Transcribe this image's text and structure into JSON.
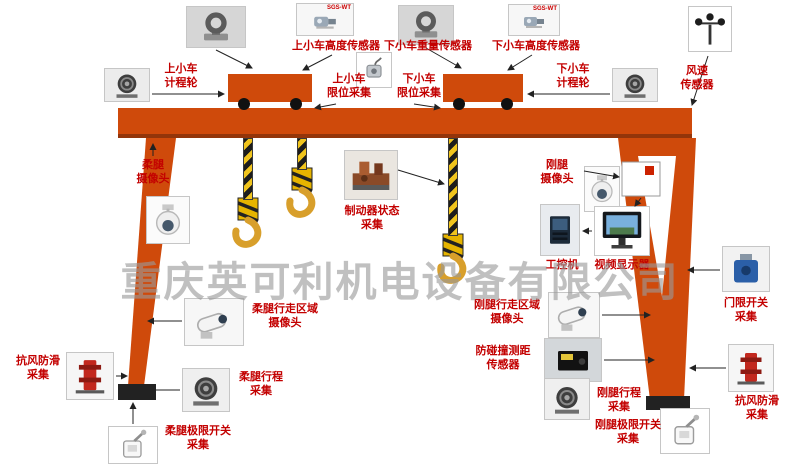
{
  "watermark": "重庆英可利机电设备有限公司",
  "captions": {
    "sgs": "SGS-WT"
  },
  "labels": {
    "upper_trolley_height_sensor": "上小车高度传感器",
    "lower_trolley_weight_sensor": "下小车重量传感器",
    "lower_trolley_height_sensor": "下小车高度传感器",
    "upper_trolley_odometer_wheel": "上小车\n计程轮",
    "lower_trolley_odometer_wheel": "下小车\n计程轮",
    "upper_trolley_limit_collect": "上小车\n限位采集",
    "lower_trolley_limit_collect": "下小车\n限位采集",
    "wind_speed_sensor": "风速\n传感器",
    "flexible_leg_camera": "柔腿\n摄像头",
    "rigid_leg_camera": "刚腿\n摄像头",
    "brake_status_collect": "制动器状态\n采集",
    "industrial_computer": "工控机",
    "video_display": "视频显示器",
    "door_limit_switch_collect": "门限开关\n采集",
    "flexible_leg_walk_area_camera": "柔腿行走区域\n摄像头",
    "rigid_leg_walk_area_camera": "刚腿行走区域\n摄像头",
    "anti_collision_ranging_sensor": "防碰撞测距\n传感器",
    "anti_wind_anti_slip_collect_left": "抗风防滑\n采集",
    "flexible_leg_travel_collect": "柔腿行程\n采集",
    "rigid_leg_travel_collect": "刚腿行程\n采集",
    "anti_wind_anti_slip_collect_right": "抗风防滑\n采集",
    "flexible_leg_limit_switch_collect": "柔腿极限开关\n采集",
    "rigid_leg_limit_switch_collect": "刚腿极限开关\n采集"
  },
  "colors": {
    "crane_orange": "#cf4a0b",
    "label_red": "#c30000",
    "watermark_gray": "#9a9a9a"
  }
}
